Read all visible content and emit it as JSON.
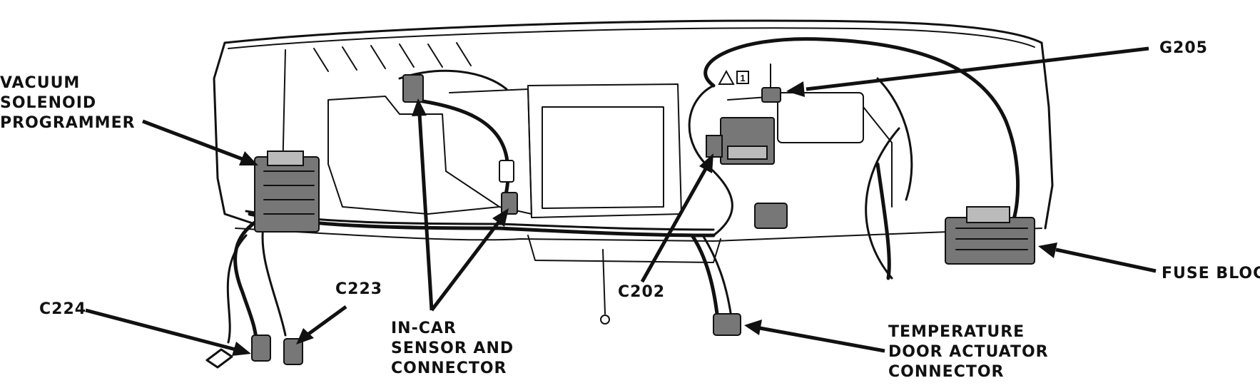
{
  "labels": {
    "vacuum_solenoid": [
      "VACUUM",
      "SOLENOID",
      "PROGRAMMER"
    ],
    "g205": "G205",
    "fuse_block": "FUSE BLOCK",
    "c224": "C224",
    "c223": "C223",
    "in_car_sensor": [
      "IN-CAR",
      "SENSOR AND",
      "CONNECTOR"
    ],
    "c202": "C202",
    "temp_door": [
      "TEMPERATURE",
      "DOOR ACTUATOR",
      "CONNECTOR"
    ],
    "warning_number": "1"
  },
  "colors": {
    "ink": "#111111",
    "background": "#ffffff",
    "component_shade": "#777777"
  }
}
